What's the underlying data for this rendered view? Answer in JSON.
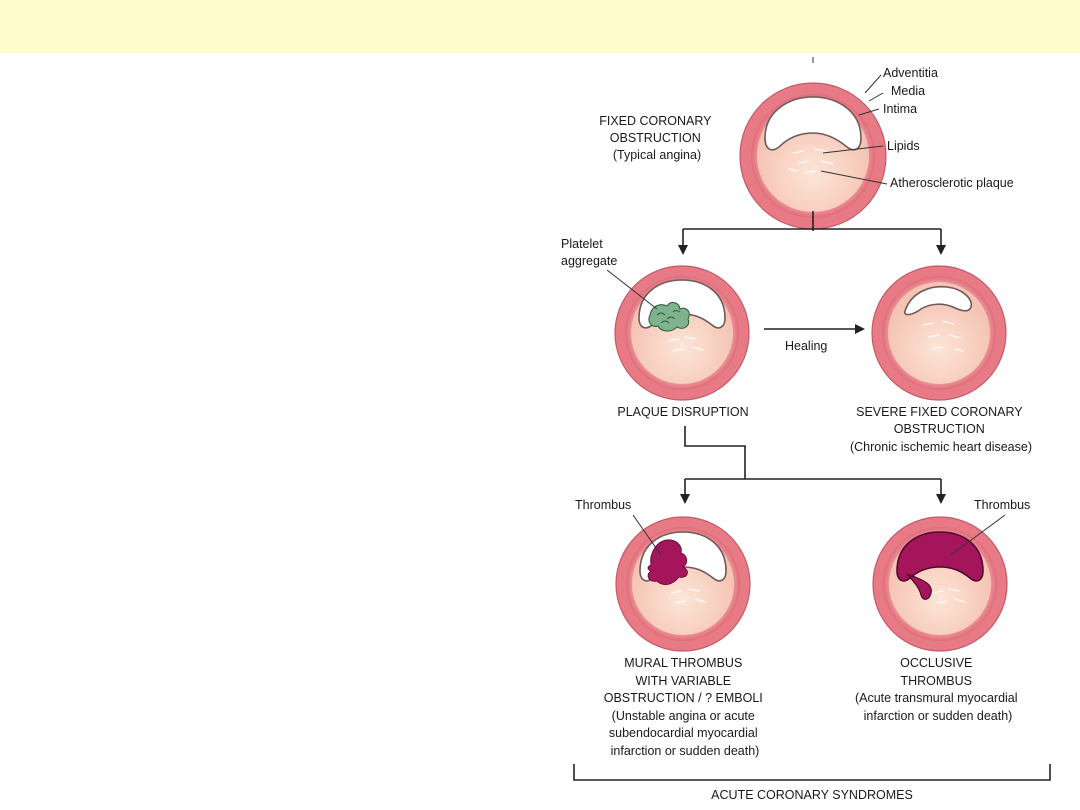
{
  "banner": {
    "color": "#fdfbc9"
  },
  "colors": {
    "adventitia": "#e87a86",
    "media": "#f2b7b2",
    "plaque": "#f9d6c0",
    "thrombus": "#a5155b",
    "platelet": "#7fb38e"
  },
  "labels": {
    "adventitia": "Adventitia",
    "media": "Media",
    "intima": "Intima",
    "lipids": "Lipids",
    "plaque": "Atherosclerotic plaque",
    "platelet_1": "Platelet",
    "platelet_2": "aggregate",
    "healing": "Healing",
    "thrombus_left": "Thrombus",
    "thrombus_right": "Thrombus"
  },
  "captions": {
    "fixed": [
      "FIXED CORONARY",
      "OBSTRUCTION",
      "(Typical angina)"
    ],
    "disruption": [
      "PLAQUE DISRUPTION"
    ],
    "severe": [
      "SEVERE FIXED CORONARY",
      "OBSTRUCTION",
      "(Chronic ischemic heart disease)"
    ],
    "mural": [
      "MURAL THROMBUS",
      "WITH VARIABLE",
      "OBSTRUCTION / ? EMBOLI",
      "(Unstable angina or acute",
      "subendocardial myocardial",
      "infarction or sudden death)"
    ],
    "occlusive": [
      "OCCLUSIVE",
      "THROMBUS",
      "(Acute transmural myocardial",
      "infarction or sudden death)"
    ],
    "acs": "ACUTE CORONARY SYNDROMES"
  }
}
